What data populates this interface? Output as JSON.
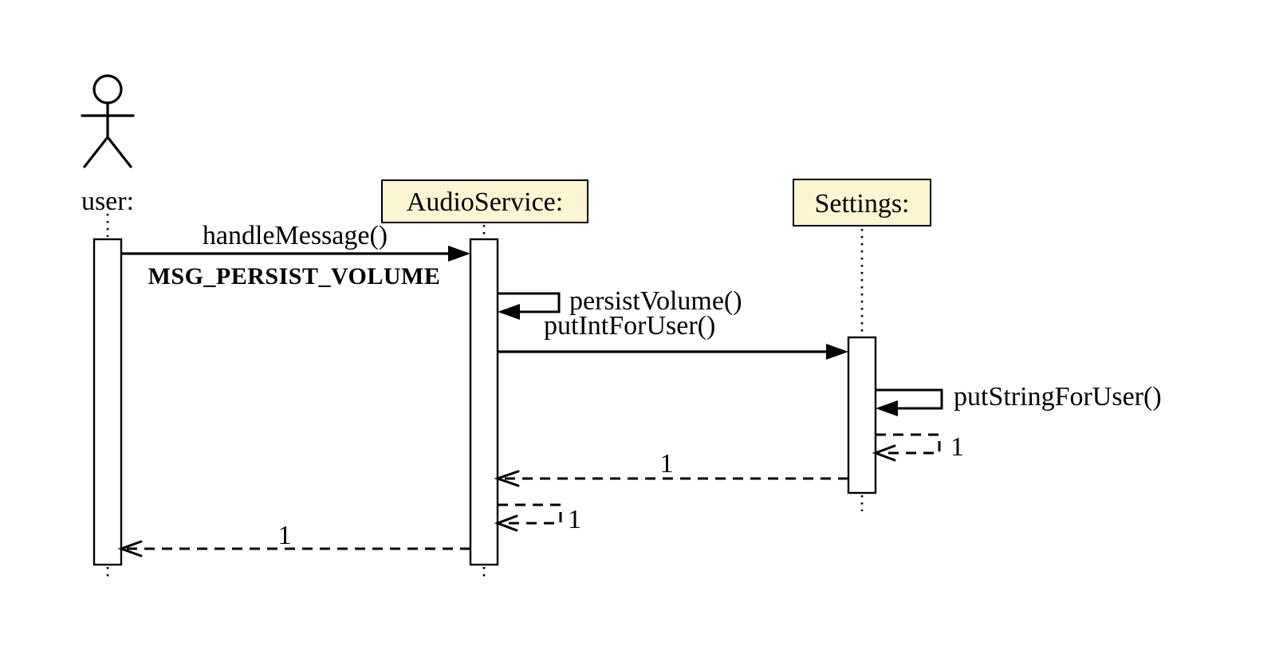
{
  "diagram": {
    "kind": "uml-sequence-diagram",
    "background_color": "#ffffff",
    "stroke_color": "#000000",
    "participant_fill": "#fbf5d2",
    "participants": [
      {
        "id": "user",
        "label": "user:",
        "type": "actor"
      },
      {
        "id": "audio-service",
        "label": "AudioService:",
        "type": "object"
      },
      {
        "id": "settings",
        "label": "Settings:",
        "type": "object"
      }
    ],
    "messages": [
      {
        "label": "handleMessage()",
        "sublabel": "MSG_PERSIST_VOLUME",
        "from": "user",
        "to": "audio-service",
        "style": "call"
      },
      {
        "label": "persistVolume()",
        "from": "audio-service",
        "to": "audio-service",
        "style": "self-call"
      },
      {
        "label": "putIntForUser()",
        "from": "audio-service",
        "to": "settings",
        "style": "call"
      },
      {
        "label": "putStringForUser()",
        "from": "settings",
        "to": "settings",
        "style": "self-call"
      },
      {
        "label": "1",
        "from": "settings",
        "to": "settings",
        "style": "self-return"
      },
      {
        "label": "1",
        "from": "settings",
        "to": "audio-service",
        "style": "return"
      },
      {
        "label": "1",
        "from": "audio-service",
        "to": "audio-service",
        "style": "self-return"
      },
      {
        "label": "1",
        "from": "audio-service",
        "to": "user",
        "style": "return"
      }
    ]
  }
}
